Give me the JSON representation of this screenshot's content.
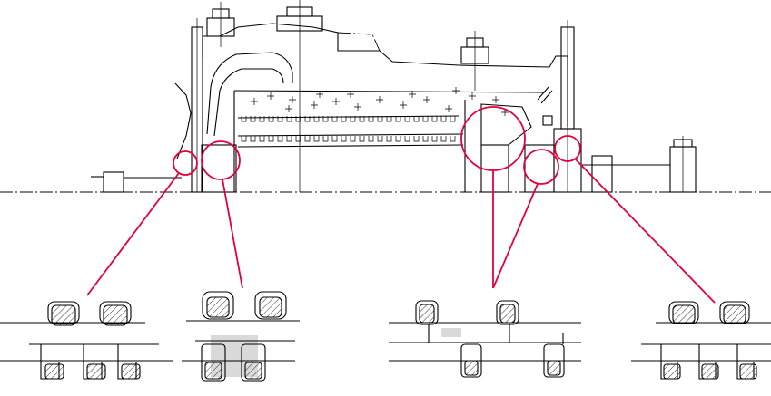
{
  "figure": {
    "type": "engineering cross-section drawing",
    "accent_color": "#e4003a",
    "shading_color": "#d9d9d9"
  },
  "callouts": [
    {
      "id": "seal-left-end",
      "detail": "detail-1"
    },
    {
      "id": "seal-left-gland",
      "detail": "detail-2"
    },
    {
      "id": "seal-balance-drum",
      "detail": "detail-3"
    },
    {
      "id": "seal-right-gland",
      "detail": "detail-3"
    },
    {
      "id": "seal-right-end",
      "detail": "detail-4"
    }
  ]
}
